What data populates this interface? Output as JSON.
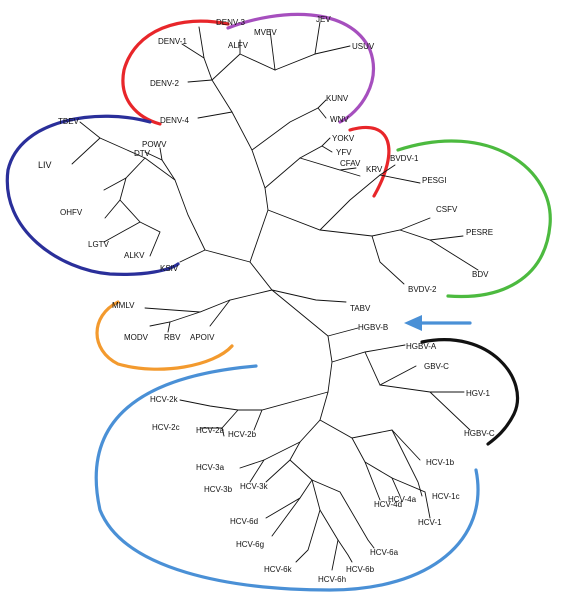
{
  "labels": {
    "denv3": "DENV-3",
    "mvev": "MVEV",
    "jev": "JEV",
    "denv1": "DENV-1",
    "alfv": "ALFV",
    "usuv": "USUV",
    "denv2": "DENV-2",
    "kunv": "KUNV",
    "denv4": "DENV-4",
    "wnv": "WNV",
    "tbev": "TBEV",
    "powv": "POWV",
    "dtv": "DTV",
    "yokv": "YOKV",
    "yfv": "YFV",
    "cfav": "CFAV",
    "krv": "KRV",
    "bvdv1": "BVDV-1",
    "pesgi": "PESGI",
    "liv": "LIV",
    "csfv": "CSFV",
    "ohfv": "OHFV",
    "pesre": "PESRE",
    "lgtv": "LGTV",
    "alkv": "ALKV",
    "ksiv": "KSIV",
    "bdv": "BDV",
    "bvdv2": "BVDV-2",
    "mmlv": "MMLV",
    "tabv": "TABV",
    "modv": "MODV",
    "rbv": "RBV",
    "apoiv": "APOIV",
    "hgbvb": "HGBV-B",
    "hgbva": "HGBV-A",
    "gbvc": "GBV-C",
    "hgv1": "HGV-1",
    "hgbvc": "HGBV-C",
    "hcv2k": "HCV-2k",
    "hcv2c": "HCV-2c",
    "hcv2a": "HCV-2a",
    "hcv2b": "HCV-2b",
    "hcv1b": "HCV-1b",
    "hcv3a": "HCV-3a",
    "hcv3b": "HCV-3b",
    "hcv3k": "HCV-3k",
    "hcv4a": "HCV-4a",
    "hcv4d": "HCV-4d",
    "hcv1c": "HCV-1c",
    "hcv1": "HCV-1",
    "hcv6d": "HCV-6d",
    "hcv6g": "HCV-6g",
    "hcv6a": "HCV-6a",
    "hcv6k": "HCV-6k",
    "hcv6b": "HCV-6b",
    "hcv6h": "HCV-6h"
  },
  "colors": {
    "red": "#e8262a",
    "purple": "#a64fbe",
    "navy": "#2a2f9a",
    "green": "#4cba3f",
    "orange": "#f39a2e",
    "black": "#111111",
    "blue": "#4a90d6"
  }
}
